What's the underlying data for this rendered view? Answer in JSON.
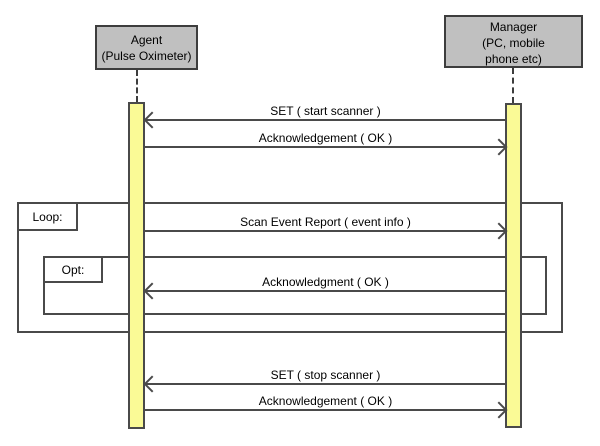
{
  "diagram_type": "uml-sequence-diagram",
  "actors": [
    {
      "id": "agent",
      "lines": [
        "Agent",
        "(Pulse Oximeter)"
      ]
    },
    {
      "id": "manager",
      "lines": [
        "Manager",
        "(PC, mobile",
        "phone etc)"
      ]
    }
  ],
  "fragments": [
    {
      "id": "loop",
      "label": "Loop:"
    },
    {
      "id": "opt",
      "label": "Opt:"
    }
  ],
  "messages": [
    {
      "label": "SET ( start scanner )",
      "from": "manager",
      "to": "agent",
      "direction": "left"
    },
    {
      "label": "Acknowledgement ( OK )",
      "from": "agent",
      "to": "manager",
      "direction": "right"
    },
    {
      "label": "Scan Event Report ( event info )",
      "from": "agent",
      "to": "manager",
      "direction": "right"
    },
    {
      "label": "Acknowledgment ( OK )",
      "from": "manager",
      "to": "agent",
      "direction": "left"
    },
    {
      "label": "SET ( stop scanner )",
      "from": "manager",
      "to": "agent",
      "direction": "left"
    },
    {
      "label": "Acknowledgement ( OK )",
      "from": "agent",
      "to": "manager",
      "direction": "right"
    }
  ],
  "colors": {
    "actor_box_fill": "#c0c0c0",
    "activation_fill": "#fafa96",
    "line_color": "#4a4a4a",
    "text_color": "#000000",
    "background": "#ffffff"
  }
}
